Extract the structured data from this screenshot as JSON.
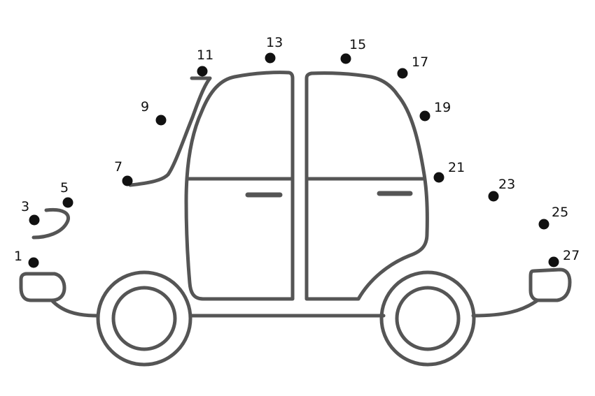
{
  "drawing": {
    "subject": "car",
    "line_color": "#555555",
    "dot_color": "#111111"
  },
  "dots": [
    {
      "label": "1"
    },
    {
      "label": "3"
    },
    {
      "label": "5"
    },
    {
      "label": "7"
    },
    {
      "label": "9"
    },
    {
      "label": "11"
    },
    {
      "label": "13"
    },
    {
      "label": "15"
    },
    {
      "label": "17"
    },
    {
      "label": "19"
    },
    {
      "label": "21"
    },
    {
      "label": "23"
    },
    {
      "label": "25"
    },
    {
      "label": "27"
    }
  ]
}
